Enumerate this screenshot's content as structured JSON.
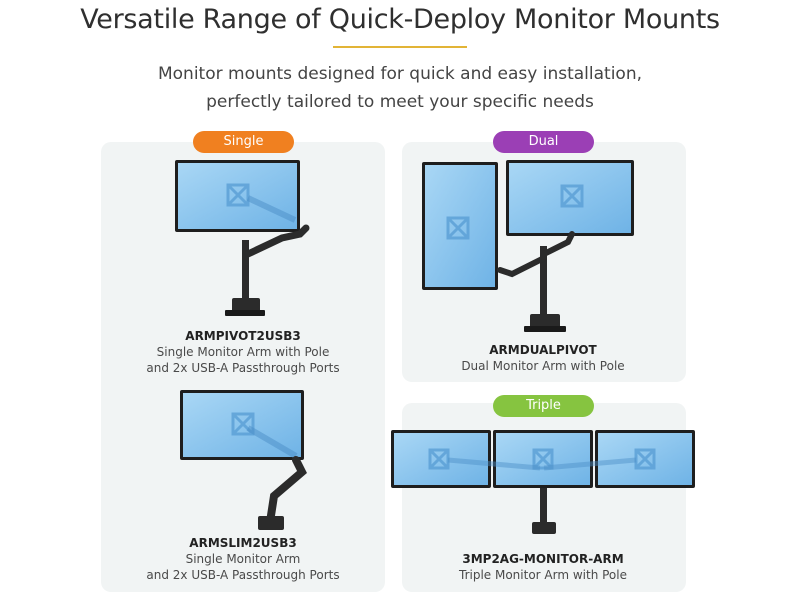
{
  "header": {
    "title": "Versatile Range of Quick-Deploy Monitor Mounts",
    "subtitle_line1": "Monitor mounts designed for quick and easy installation,",
    "subtitle_line2": "perfectly tailored to meet your specific needs"
  },
  "categories": {
    "single": {
      "label": "Single",
      "color": "#f08020"
    },
    "dual": {
      "label": "Dual",
      "color": "#9b3fb5"
    },
    "triple": {
      "label": "Triple",
      "color": "#86c440"
    }
  },
  "products": [
    {
      "model": "ARMPIVOT2USB3",
      "line1": "Single Monitor Arm with Pole",
      "line2": "and 2x USB-A Passthrough Ports"
    },
    {
      "model": "ARMSLIM2USB3",
      "line1": "Single Monitor Arm",
      "line2": "and 2x USB-A Passthrough Ports"
    },
    {
      "model": "ARMDUALPIVOT",
      "line1": "Dual Monitor Arm with Pole",
      "line2": ""
    },
    {
      "model": "3MP2AG-MONITOR-ARM",
      "line1": "Triple Monitor Arm with Pole",
      "line2": ""
    }
  ],
  "colors": {
    "accent_underline": "#e2b436",
    "screen": "#8fc7ef",
    "arm": "#2b2b2b"
  }
}
